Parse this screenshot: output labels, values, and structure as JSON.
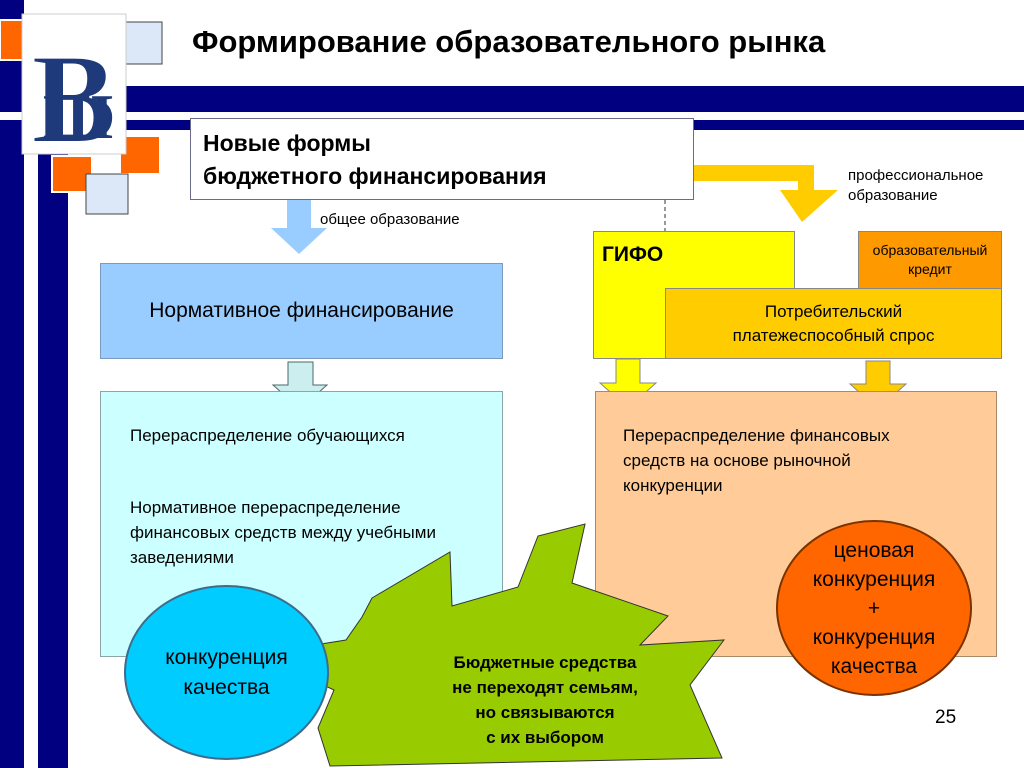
{
  "title": "Формирование образовательного рынка",
  "new_forms": {
    "line1": "Новые формы",
    "line2": "бюджетного финансирования"
  },
  "labels": {
    "general_education": "общее образование",
    "professional_education_line1": "профессиональное",
    "professional_education_line2": "образование"
  },
  "left_branch": {
    "normative_financing": "Нормативное финансирование",
    "redistribution_students": "Перераспределение обучающихся",
    "normative_redistribution_line1": "Нормативное перераспределение",
    "normative_redistribution_line2": "финансовых средств между учебными",
    "normative_redistribution_line3": "заведениями",
    "quality_competition_line1": "конкуренция",
    "quality_competition_line2": "качества"
  },
  "right_branch": {
    "gifo": "ГИФО",
    "educational_credit_line1": "образовательный",
    "educational_credit_line2": "кредит",
    "consumer_demand_line1": "Потребительский",
    "consumer_demand_line2": "платежеспособный спрос",
    "redistribution_funds_line1": "Перераспределение финансовых",
    "redistribution_funds_line2": "средств на основе рыночной",
    "redistribution_funds_line3": "конкуренции",
    "price_competition_line1": "ценовая",
    "price_competition_line2": "конкуренция",
    "price_competition_line3": "+",
    "price_competition_line4": "конкуренция",
    "price_competition_line5": "качества"
  },
  "callout": {
    "line1": "Бюджетные средства",
    "line2": "не переходят семьям,",
    "line3": "но связываются",
    "line4": "с их выбором"
  },
  "page_number": "25",
  "colors": {
    "navy": "#000080",
    "orange_square": "#ff6600",
    "light_square": "#dce8f8",
    "normative_box": "#99ccff",
    "left_box": "#ccffff",
    "right_box": "#ffcc99",
    "gifo_yellow": "#ffff00",
    "credit_orange": "#ff9900",
    "consumer_gold": "#ffcc00",
    "blue_circle": "#00ccff",
    "orange_circle": "#ff6600",
    "star_green": "#99cc00"
  }
}
